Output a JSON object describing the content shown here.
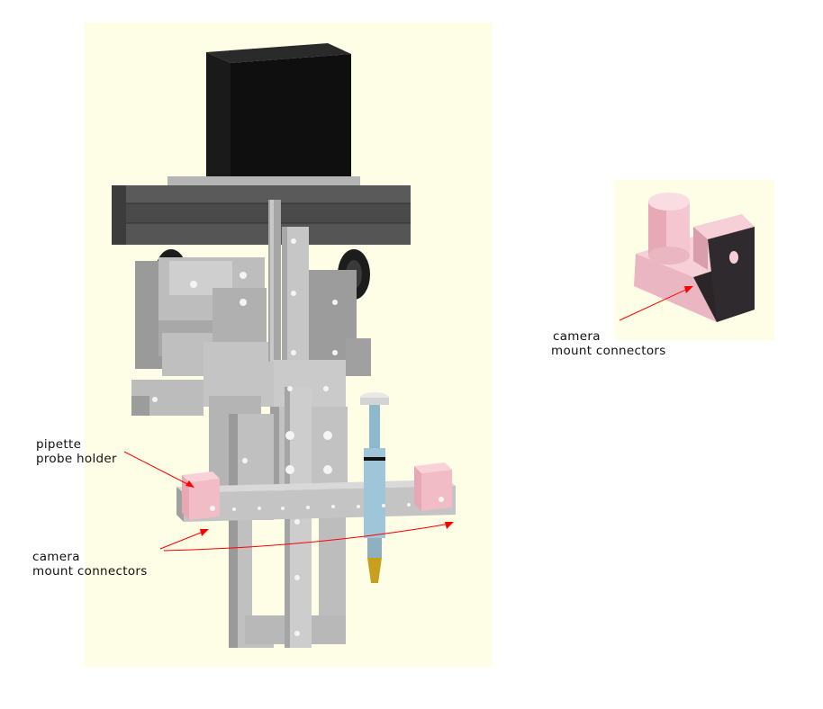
{
  "annotations": {
    "pipette": {
      "line1": "pipette",
      "line2": "probe holder"
    },
    "camera_main": {
      "line1": "camera",
      "line2": "mount connectors"
    },
    "camera_detail": {
      "line1": "camera",
      "line2": "mount connectors"
    }
  },
  "colors": {
    "background_panel": "#fefde6",
    "metal": "#8c8c8c",
    "motor": "#111111",
    "connector": "#f0b8c2",
    "pipette": "#8fb8cc",
    "pipette_tip": "#c8a020",
    "arrow": "#ff0000"
  }
}
